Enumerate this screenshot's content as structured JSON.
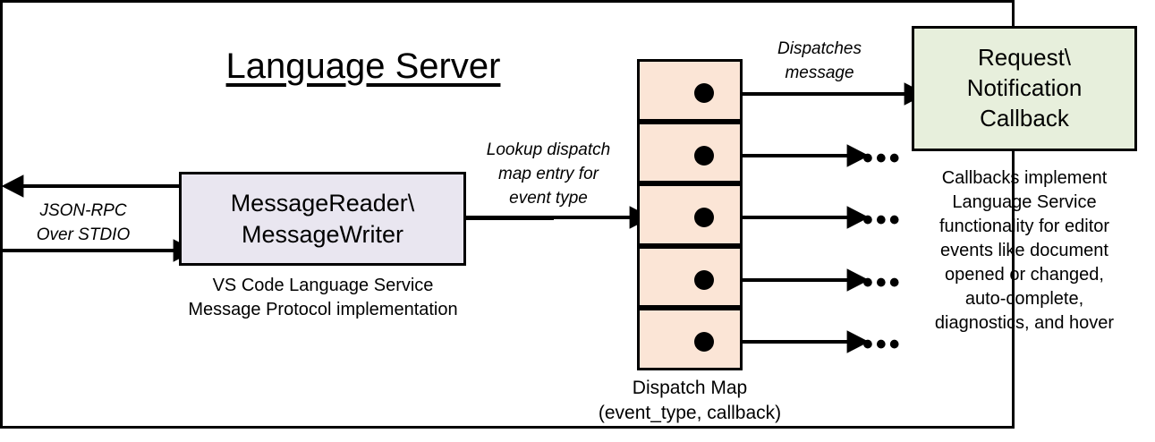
{
  "diagram": {
    "title": "Language Server",
    "outer_border_color": "#000000",
    "external_io": {
      "label_line1": "JSON-RPC",
      "label_line2": "Over STDIO",
      "outgoing_arrow_name": "response-out-arrow",
      "incoming_arrow_name": "request-in-arrow"
    },
    "message_io_box": {
      "line1": "MessageReader\\",
      "line2": "MessageWriter",
      "fill": "#E9E6F0",
      "caption_line1": "VS Code Language Service",
      "caption_line2": "Message Protocol implementation"
    },
    "lookup_label": {
      "line1": "Lookup dispatch",
      "line2": "map entry for",
      "line3": "event type"
    },
    "dispatch_map": {
      "fill": "#FBE5D6",
      "cell_count": 5,
      "caption_line1": "Dispatch Map",
      "caption_line2": "(event_type, callback)",
      "entries": [
        {
          "index": 1,
          "target": "Request\\Notification Callback"
        },
        {
          "index": 2,
          "target": "..."
        },
        {
          "index": 3,
          "target": "..."
        },
        {
          "index": 4,
          "target": "..."
        },
        {
          "index": 5,
          "target": "..."
        }
      ]
    },
    "dispatch_label": {
      "line1": "Dispatches",
      "line2": "message"
    },
    "callback_box": {
      "line1": "Request\\",
      "line2": "Notification",
      "line3": "Callback",
      "fill": "#E7EFDC",
      "caption_line1": "Callbacks implement",
      "caption_line2": "Language Service",
      "caption_line3": "functionality for editor",
      "caption_line4": "events like document",
      "caption_line5": "opened or changed,",
      "caption_line6": "auto-complete,",
      "caption_line7": "diagnostics, and hover"
    },
    "ellipsis": "•••"
  }
}
